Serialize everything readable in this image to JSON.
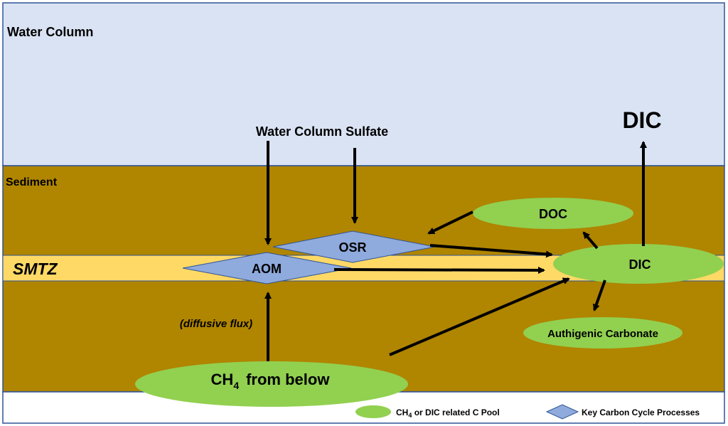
{
  "zones": {
    "water_column": "Water Column",
    "sediment": "Sediment",
    "smtz": "SMTZ"
  },
  "labels": {
    "water_column_sulfate": "Water Column Sulfate",
    "dic_top": "DIC",
    "diffusive_flux": "(diffusive flux)"
  },
  "pools": {
    "doc": "DOC",
    "dic": "DIC",
    "authigenic_carbonate": "Authigenic Carbonate",
    "ch4_main": "CH",
    "ch4_sub": "4",
    "ch4_rest": "from below"
  },
  "processes": {
    "osr": "OSR",
    "aom": "AOM"
  },
  "legend": {
    "pool_main": "CH",
    "pool_sub": "4",
    "pool_rest": " or DIC related C Pool",
    "process_label": "Key Carbon Cycle Processes"
  },
  "colors": {
    "water": "#dae3f3",
    "sediment": "#b08500",
    "smtz": "#ffd966",
    "pool": "#92d050",
    "process": "#8faadc",
    "border": "#2f5496"
  }
}
